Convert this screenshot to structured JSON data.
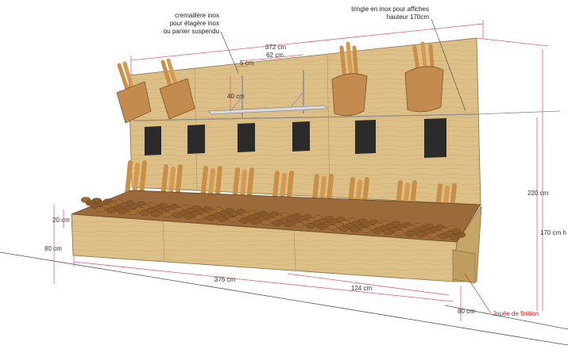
{
  "annotations": {
    "cremaillere_l1": "cremaillère inox",
    "cremaillere_l2": "pour étagère inox",
    "cremaillere_l3": "ou panier suspendu",
    "tringle_l1": "tringle en inox pour affiches",
    "tringle_l2": "hauteur 170cm",
    "jouee": "Jouée de finition"
  },
  "dimensions": {
    "total_width": "372 cm",
    "shelf_width": "62 cm",
    "bracket_small": "5 cm",
    "shelf_depth": "40 cm",
    "total_height": "220 cm",
    "rail_height": "170 cm h",
    "tray_height": "20 cm",
    "counter_height": "80 cm",
    "base_length": "376 cm",
    "module_length": "124 cm",
    "end_height": "80 cm"
  },
  "colors": {
    "wood": "#dcc088",
    "wood_dark": "#c7a468",
    "bread": "#c98f45",
    "basket": "#c48b4e",
    "dim_line": "#e0607a",
    "note_text": "#cc2222",
    "poster": "#2b2b2b"
  }
}
